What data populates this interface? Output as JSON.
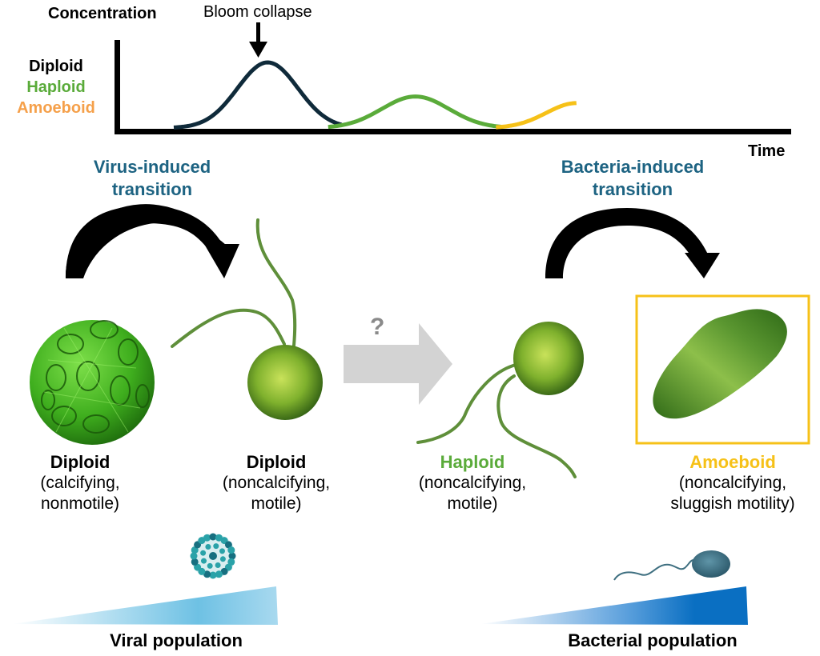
{
  "chart": {
    "ylabel": "Concentration",
    "xlabel": "Time",
    "annotation": "Bloom collapse",
    "legend": [
      {
        "label": "Diploid",
        "color": "#000000"
      },
      {
        "label": "Haploid",
        "color": "#5aab3a"
      },
      {
        "label": "Amoeboid",
        "color": "#f5a04a"
      }
    ]
  },
  "chart_data": {
    "type": "line",
    "title": "",
    "xlabel": "Time",
    "ylabel": "Concentration",
    "grid": false,
    "legend_position": "left",
    "annotations": [
      {
        "text": "Bloom collapse",
        "target": "Diploid peak"
      }
    ],
    "series": [
      {
        "name": "Diploid",
        "color": "#0f2a3a",
        "shape": "peak",
        "relative_peak_height": 1.0,
        "relative_peak_time": 0.22
      },
      {
        "name": "Haploid",
        "color": "#5aab3a",
        "shape": "peak",
        "relative_peak_height": 0.48,
        "relative_peak_time": 0.44
      },
      {
        "name": "Amoeboid",
        "color": "#f6c118",
        "shape": "rising",
        "relative_end_height": 0.38,
        "relative_end_time": 0.68
      }
    ]
  },
  "transitions": {
    "virus": "Virus-induced\ntransition",
    "bacteria": "Bacteria-induced\ntransition",
    "unknown": "?"
  },
  "stages": [
    {
      "title": "Diploid",
      "title_color": "#000000",
      "desc_line1": "(calcifying,",
      "desc_line2": "nonmotile)"
    },
    {
      "title": "Diploid",
      "title_color": "#000000",
      "desc_line1": "(noncalcifying,",
      "desc_line2": "motile)"
    },
    {
      "title": "Haploid",
      "title_color": "#5aab3a",
      "desc_line1": "(noncalcifying,",
      "desc_line2": "motile)"
    },
    {
      "title": "Amoeboid",
      "title_color": "#f6c118",
      "desc_line1": "(noncalcifying,",
      "desc_line2": "sluggish motility)"
    }
  ],
  "populations": {
    "viral": {
      "label": "Viral population",
      "color": "#6ec1e4"
    },
    "bacterial": {
      "label": "Bacterial population",
      "color": "#0a6fc2"
    }
  },
  "colors": {
    "transition_text": "#1d6382",
    "amoeboid_box": "#f6c118",
    "gray_arrow": "#d3d3d3"
  }
}
